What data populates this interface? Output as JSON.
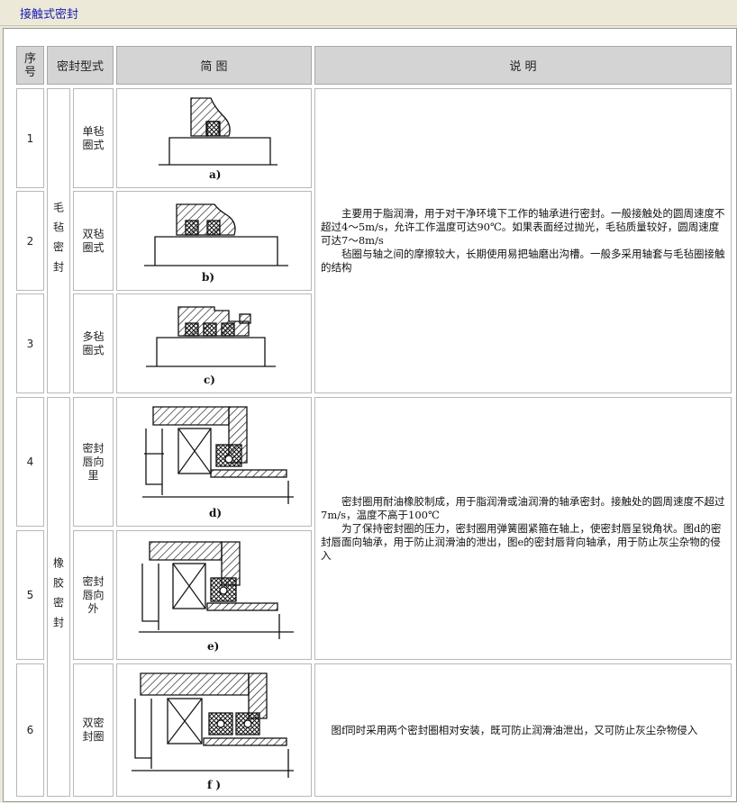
{
  "page": {
    "title": "接触式密封"
  },
  "table": {
    "headers": {
      "no": "序号",
      "type": "密封型式",
      "diagram": "简 图",
      "desc": "说 明"
    },
    "groups": {
      "felt": "毛毡密封",
      "rubber": "橡胶密封"
    },
    "rows": [
      {
        "no": "1",
        "type": "单毡圈式",
        "fig": "a)"
      },
      {
        "no": "2",
        "type": "双毡圈式",
        "fig": "b)"
      },
      {
        "no": "3",
        "type": "多毡圈式",
        "fig": "c)"
      },
      {
        "no": "4",
        "type": "密封唇向里",
        "fig": "d)"
      },
      {
        "no": "5",
        "type": "密封唇向外",
        "fig": "e)"
      },
      {
        "no": "6",
        "type": "双密封圈",
        "fig": "f )"
      }
    ],
    "descriptions": {
      "felt": [
        "主要用于脂润滑，用于对干净环境下工作的轴承进行密封。一般接触处的圆周速度不超过4～5m/s，允许工作温度可达90℃。如果表面经过抛光，毛毡质量较好，圆周速度可达7～8m/s",
        "毡圈与轴之间的摩擦较大，长期使用易把轴磨出沟槽。一般多采用轴套与毛毡圈接触的结构"
      ],
      "rubber": [
        "密封圈用耐油橡胶制成，用于脂润滑或油润滑的轴承密封。接触处的圆周速度不超过7m/s，温度不高于100℃",
        "为了保持密封圈的压力，密封圈用弹簧圈紧箍在轴上，使密封唇呈锐角状。图d的密封唇面向轴承，用于防止润滑油的泄出，图e的密封唇背向轴承，用于防止灰尘杂物的侵入"
      ],
      "double": [
        "图f同时采用两个密封圈相对安装，既可防止润滑油泄出，又可防止灰尘杂物侵入"
      ]
    }
  }
}
